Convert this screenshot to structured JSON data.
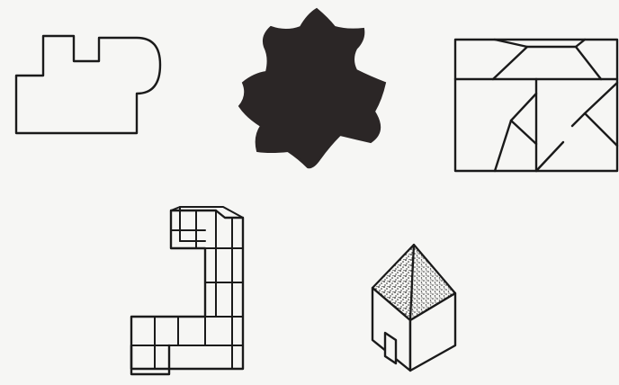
{
  "figure": {
    "shapes": [
      {
        "id": "notched-outline",
        "icon": "notched-outline-shape-icon"
      },
      {
        "id": "black-blob",
        "icon": "black-blob-shape-icon",
        "fill": "#2b2626"
      },
      {
        "id": "zigzag-rectangle",
        "icon": "zigzag-rectangle-icon"
      },
      {
        "id": "cube-stack",
        "icon": "cube-stack-icon"
      },
      {
        "id": "house-pyramid",
        "icon": "house-pyramid-icon",
        "roof_pattern": "stippled"
      }
    ],
    "colors": {
      "ink": "#1a1a1a",
      "paper": "#f6f6f4",
      "blob": "#2b2626"
    }
  }
}
